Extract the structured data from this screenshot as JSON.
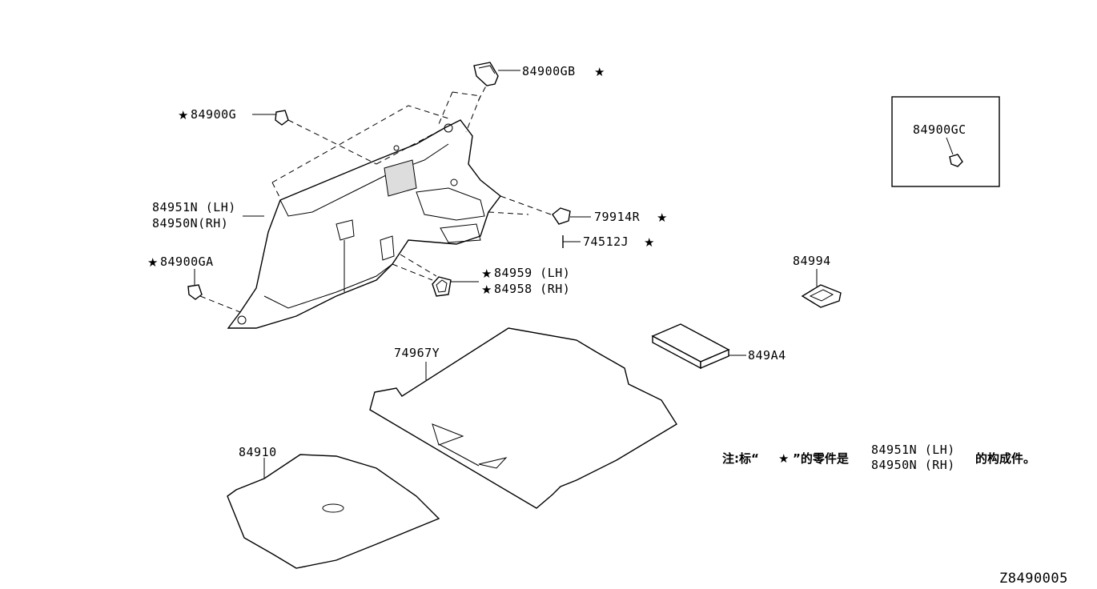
{
  "labels": {
    "p84900GB": "84900GB",
    "p84900G": "84900G",
    "p84951N": "84951N (LH)",
    "p84950N": "84950N(RH)",
    "p84900GA": "84900GA",
    "p79914R": "79914R",
    "p74512J": "74512J",
    "p84959": "84959 (LH)",
    "p84958": "84958 (RH)",
    "p84900GC": "84900GC",
    "p84994": "84994",
    "p849A4": "849A4",
    "p74967Y": "74967Y",
    "p84910": "84910"
  },
  "star_symbol": "★",
  "note": {
    "prefix": "注:标“",
    "star": "★",
    "middle": "”的零件是",
    "part1": "84951N (LH)",
    "part2": "84950N (RH)",
    "suffix": "的构成件。"
  },
  "diagram_id": "Z8490005"
}
